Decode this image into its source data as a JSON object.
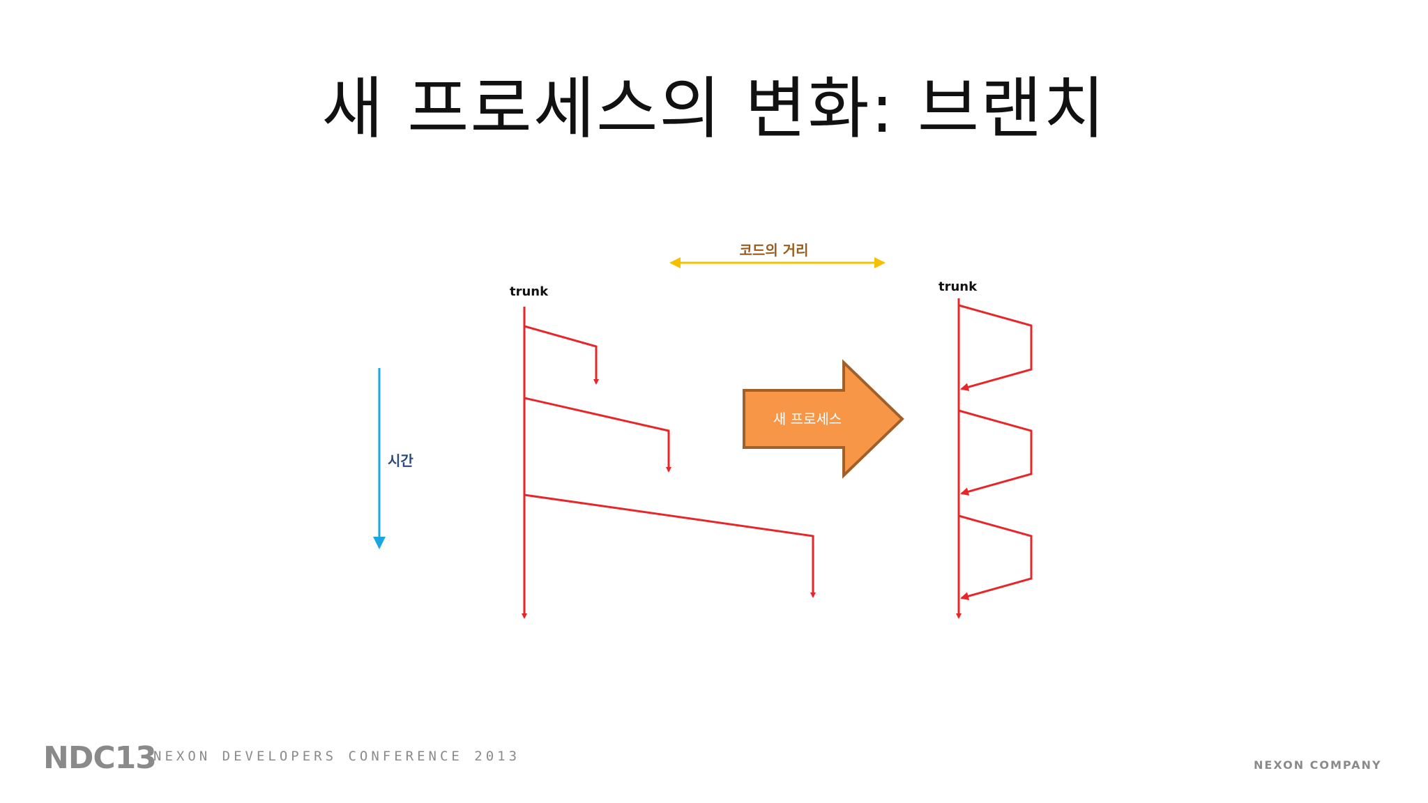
{
  "slide": {
    "title": "새 프로세스의 변화: 브랜치"
  },
  "diagram": {
    "distance_label": "코드의 거리",
    "time_label": "시간",
    "left_trunk_label": "trunk",
    "right_trunk_label": "trunk",
    "process_arrow_label": "새 프로세스",
    "colors": {
      "branch_lines": "#e8262a",
      "distance_arrow": "#f5c000",
      "distance_label": "#9c5a1a",
      "time_arrow": "#1aa7e0",
      "time_label": "#2a4a7a",
      "process_arrow_fill": "#f79646",
      "process_arrow_border": "#a0602a",
      "process_arrow_text": "#ffffff"
    }
  },
  "footer": {
    "logo": "NDC13",
    "conference": "NEXON DEVELOPERS CONFERENCE 2013",
    "company": "NEXON COMPANY"
  }
}
